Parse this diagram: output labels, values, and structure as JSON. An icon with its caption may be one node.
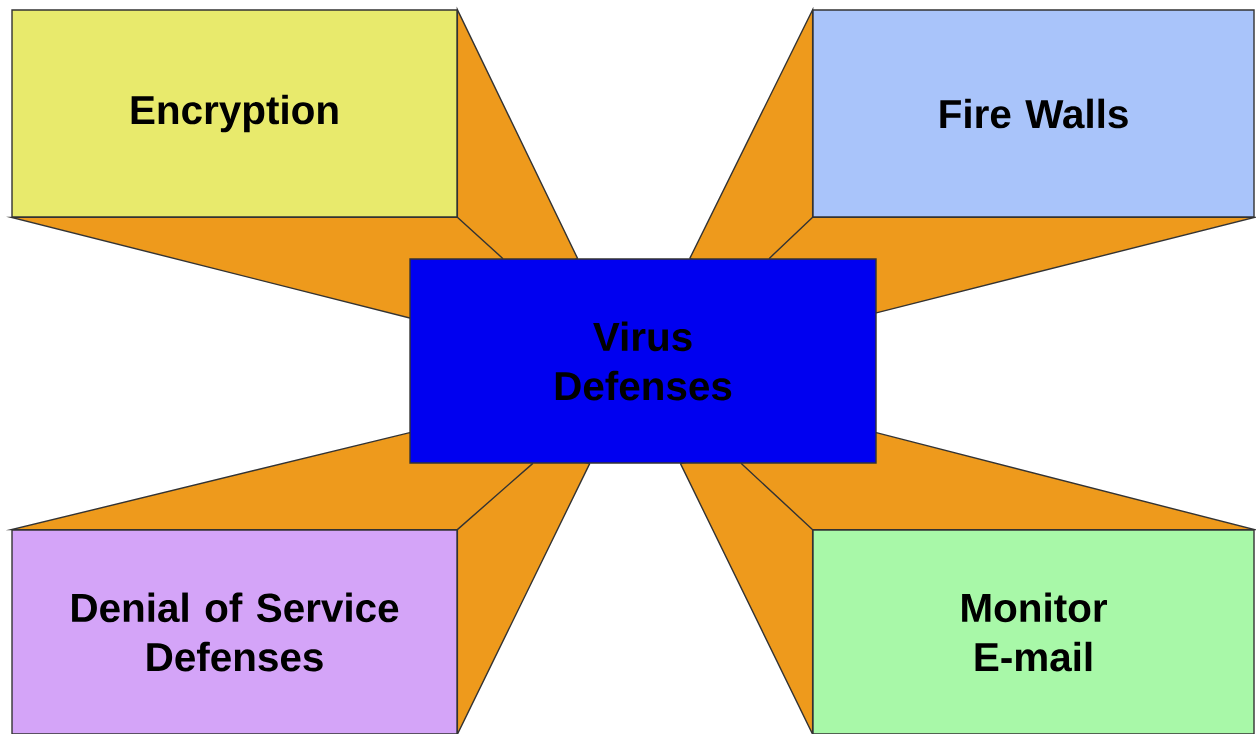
{
  "diagram": {
    "nodes": [
      {
        "text": [
          "Encryption"
        ]
      },
      {
        "text": [
          "Fire Walls"
        ]
      },
      {
        "text": [
          "Virus Defenses"
        ]
      },
      {
        "text": [
          "Denial of Service Defenses"
        ]
      },
      {
        "text": [
          "Monitor E-mail"
        ]
      }
    ],
    "edges": [
      {
        "from": 2,
        "to": 0,
        "arrow": "none"
      },
      {
        "from": 2,
        "to": 1,
        "arrow": "none"
      },
      {
        "from": 2,
        "to": 3,
        "arrow": "none"
      },
      {
        "from": 2,
        "to": 4,
        "arrow": "none"
      }
    ]
  }
}
